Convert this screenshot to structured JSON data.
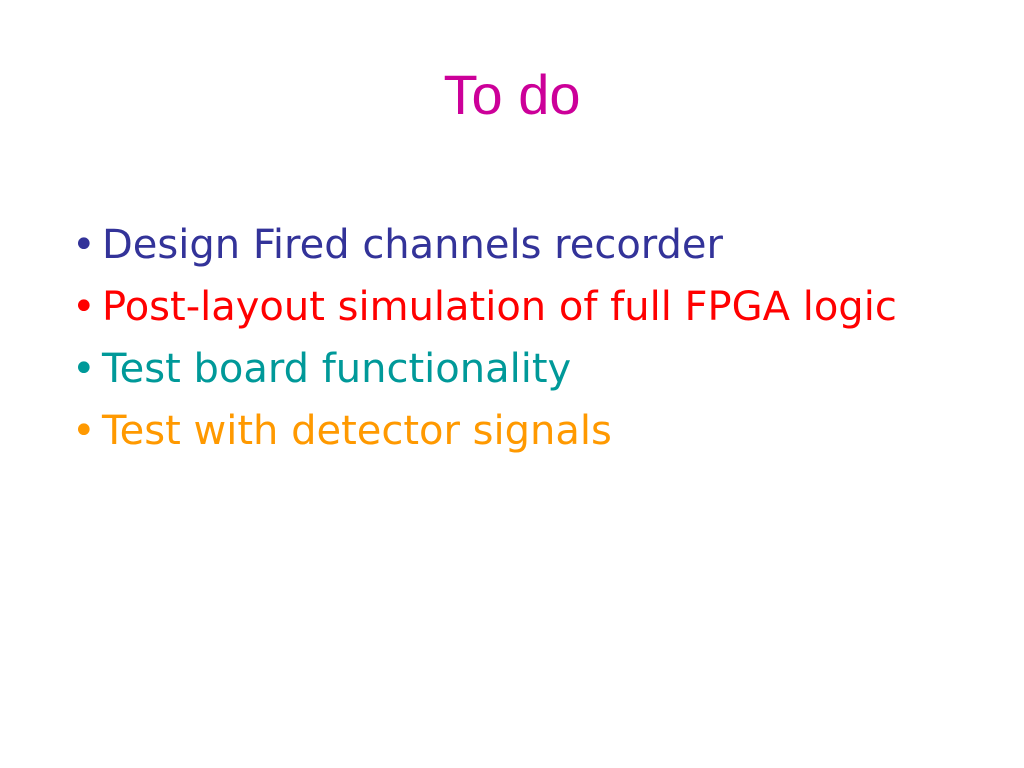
{
  "slide": {
    "title": "To do",
    "title_color": "#cc0099",
    "bullets": [
      {
        "text": "Design Fired channels recorder",
        "color": "#333399"
      },
      {
        "text": "Post-layout simulation of full FPGA logic",
        "color": "#ff0000"
      },
      {
        "text": "Test board functionality",
        "color": "#009999"
      },
      {
        "text": "Test with detector signals",
        "color": "#ff9900"
      }
    ],
    "bullet_glyph": "•"
  }
}
